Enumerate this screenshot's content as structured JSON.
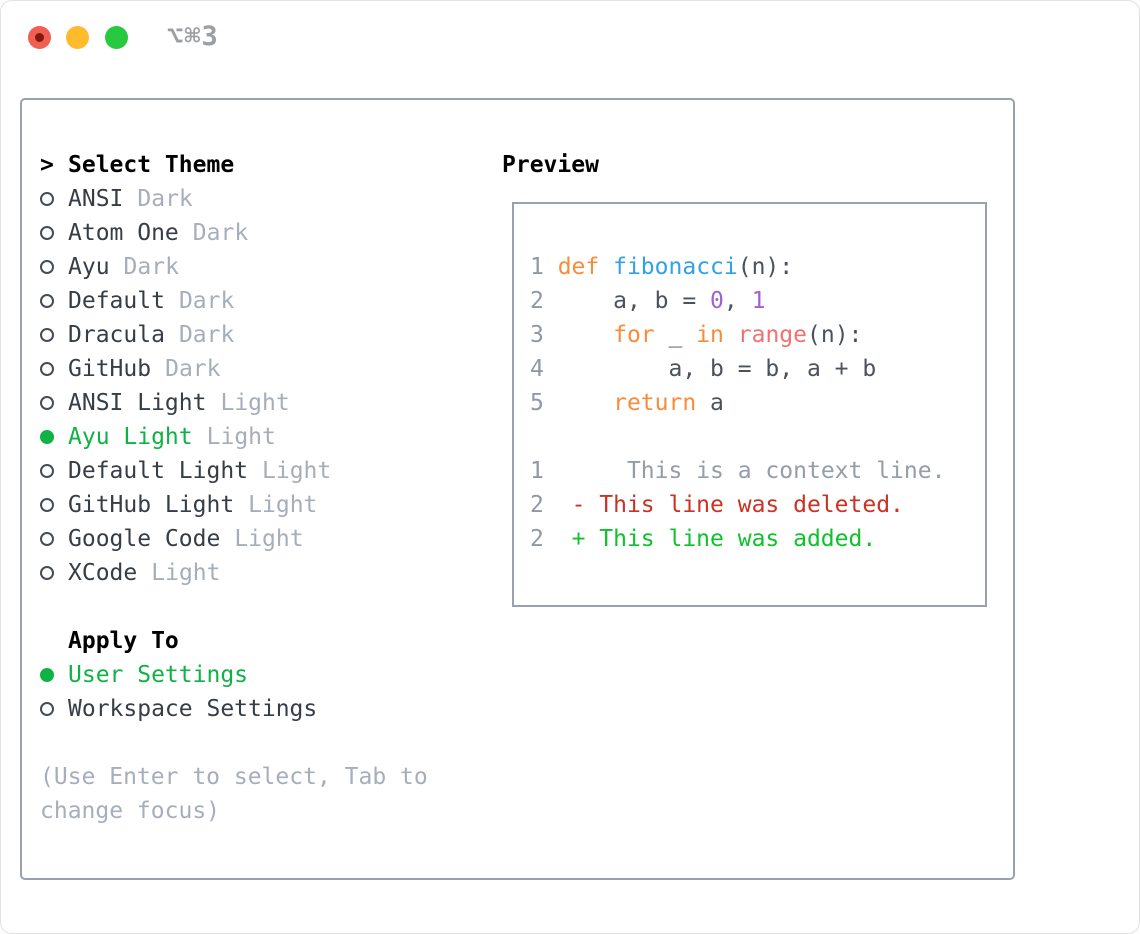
{
  "window": {
    "shortcut": "⌥⌘3"
  },
  "colors": {
    "light_red": "#f15e52",
    "light_yellow": "#fdbb2d",
    "light_green": "#28c840",
    "shortcut_gray": "#9b9ea3",
    "border_gray": "#98a1ad",
    "ink": "#363d47",
    "tag_gray": "#a6aebb",
    "select_green": "#0fb244",
    "lineno_gray": "#8f98a4",
    "code_ink": "#4b525c",
    "keyword_orange": "#f78c3a",
    "function_blue": "#31a1e8",
    "constant_purple": "#a55fce",
    "call_coral": "#f37070",
    "context_gray": "#949da8",
    "deleted_red": "#cb3124",
    "added_green": "#0ec22b"
  },
  "left": {
    "title_prefix": ">",
    "title": "Select Theme",
    "themes": [
      {
        "name": "ANSI",
        "tag": "Dark",
        "selected": false
      },
      {
        "name": "Atom One",
        "tag": "Dark",
        "selected": false
      },
      {
        "name": "Ayu",
        "tag": "Dark",
        "selected": false
      },
      {
        "name": "Default",
        "tag": "Dark",
        "selected": false
      },
      {
        "name": "Dracula",
        "tag": "Dark",
        "selected": false
      },
      {
        "name": "GitHub",
        "tag": "Dark",
        "selected": false
      },
      {
        "name": "ANSI Light",
        "tag": "Light",
        "selected": false
      },
      {
        "name": "Ayu Light",
        "tag": "Light",
        "selected": true
      },
      {
        "name": "Default Light",
        "tag": "Light",
        "selected": false
      },
      {
        "name": "GitHub Light",
        "tag": "Light",
        "selected": false
      },
      {
        "name": "Google Code",
        "tag": "Light",
        "selected": false
      },
      {
        "name": "XCode",
        "tag": "Light",
        "selected": false
      }
    ],
    "apply_title": "Apply To",
    "apply_options": [
      {
        "label": "User Settings",
        "selected": true
      },
      {
        "label": "Workspace Settings",
        "selected": false
      }
    ],
    "help_lines": [
      "(Use Enter to select, Tab to",
      "change focus)"
    ]
  },
  "preview": {
    "title": "Preview",
    "lines": [
      {
        "tokens": [
          {
            "t": "1 ",
            "c": "ln"
          },
          {
            "t": "def",
            "c": "kw"
          },
          {
            "t": " ",
            "c": "code"
          },
          {
            "t": "fibonacci",
            "c": "fn"
          },
          {
            "t": "(n):",
            "c": "code"
          }
        ]
      },
      {
        "tokens": [
          {
            "t": "2 ",
            "c": "ln"
          },
          {
            "t": "    a, b = ",
            "c": "code"
          },
          {
            "t": "0",
            "c": "num"
          },
          {
            "t": ", ",
            "c": "code"
          },
          {
            "t": "1",
            "c": "num"
          }
        ]
      },
      {
        "tokens": [
          {
            "t": "3 ",
            "c": "ln"
          },
          {
            "t": "    ",
            "c": "code"
          },
          {
            "t": "for",
            "c": "kw"
          },
          {
            "t": " _ ",
            "c": "code"
          },
          {
            "t": "in",
            "c": "kw"
          },
          {
            "t": " ",
            "c": "code"
          },
          {
            "t": "range",
            "c": "call"
          },
          {
            "t": "(n):",
            "c": "code"
          }
        ]
      },
      {
        "tokens": [
          {
            "t": "4 ",
            "c": "ln"
          },
          {
            "t": "        a, b = b, a + b",
            "c": "code"
          }
        ]
      },
      {
        "tokens": [
          {
            "t": "5 ",
            "c": "ln"
          },
          {
            "t": "    ",
            "c": "code"
          },
          {
            "t": "return",
            "c": "kw"
          },
          {
            "t": " a",
            "c": "code"
          }
        ]
      },
      {
        "tokens": []
      },
      {
        "tokens": [
          {
            "t": "1",
            "c": "ln"
          },
          {
            "t": "      ",
            "c": "code"
          },
          {
            "t": "This is a context line.",
            "c": "ctx"
          }
        ]
      },
      {
        "tokens": [
          {
            "t": "2",
            "c": "ln"
          },
          {
            "t": "  ",
            "c": "code"
          },
          {
            "t": "- This line was deleted.",
            "c": "del"
          }
        ]
      },
      {
        "tokens": [
          {
            "t": "2",
            "c": "ln"
          },
          {
            "t": "  ",
            "c": "code"
          },
          {
            "t": "+ This line was added.",
            "c": "add"
          }
        ]
      }
    ]
  }
}
